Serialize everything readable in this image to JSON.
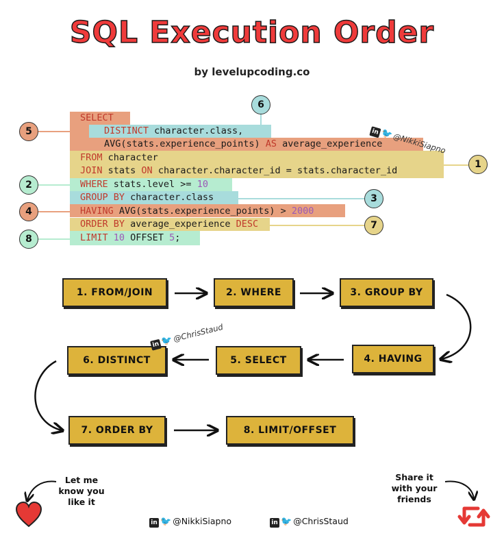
{
  "header": {
    "title": "SQL Execution Order",
    "subtitle": "by levelupcoding.co"
  },
  "code_lines": [
    {
      "id": "select",
      "tokens": [
        {
          "t": "SELECT",
          "c": "kw"
        }
      ]
    },
    {
      "id": "distinct",
      "tokens": [
        {
          "t": "DISTINCT",
          "c": "kw"
        },
        {
          "t": " character.class,",
          "c": "txt"
        }
      ]
    },
    {
      "id": "avg",
      "tokens": [
        {
          "t": "AVG(stats.experience_points) ",
          "c": "txt"
        },
        {
          "t": "AS",
          "c": "kw"
        },
        {
          "t": " average_experience",
          "c": "txt"
        }
      ]
    },
    {
      "id": "from",
      "tokens": [
        {
          "t": "FROM",
          "c": "kw"
        },
        {
          "t": " character",
          "c": "txt"
        }
      ]
    },
    {
      "id": "join",
      "tokens": [
        {
          "t": "JOIN",
          "c": "kw"
        },
        {
          "t": " stats ",
          "c": "txt"
        },
        {
          "t": "ON",
          "c": "kw"
        },
        {
          "t": " character.character_id = stats.character_id",
          "c": "txt"
        }
      ]
    },
    {
      "id": "where",
      "tokens": [
        {
          "t": "WHERE",
          "c": "kw"
        },
        {
          "t": " stats.level >= ",
          "c": "txt"
        },
        {
          "t": "10",
          "c": "num"
        }
      ]
    },
    {
      "id": "groupby",
      "tokens": [
        {
          "t": "GROUP BY",
          "c": "kw"
        },
        {
          "t": " character.class",
          "c": "txt"
        }
      ]
    },
    {
      "id": "having",
      "tokens": [
        {
          "t": "HAVING",
          "c": "kw"
        },
        {
          "t": " AVG(stats.experience_points) > ",
          "c": "txt"
        },
        {
          "t": "2000",
          "c": "num"
        }
      ]
    },
    {
      "id": "orderby",
      "tokens": [
        {
          "t": "ORDER BY",
          "c": "kw"
        },
        {
          "t": " average_experience ",
          "c": "txt"
        },
        {
          "t": "DESC",
          "c": "kw"
        }
      ]
    },
    {
      "id": "limit",
      "tokens": [
        {
          "t": "LIMIT",
          "c": "kw"
        },
        {
          "t": " ",
          "c": "txt"
        },
        {
          "t": "10",
          "c": "num"
        },
        {
          "t": " OFFSET ",
          "c": "txt"
        },
        {
          "t": "5",
          "c": "num"
        },
        {
          "t": ";",
          "c": "txt"
        }
      ]
    }
  ],
  "badges": {
    "b1": "1",
    "b2": "2",
    "b3": "3",
    "b4": "4",
    "b5": "5",
    "b6": "6",
    "b7": "7",
    "b8": "8"
  },
  "colors": {
    "orange": "#e8a07e",
    "teal": "#a8dcdc",
    "yellow": "#e6d48a",
    "green": "#b6ecd0",
    "flowbox": "#ddb33b",
    "title_red": "#ef3b3b"
  },
  "flow": {
    "steps": [
      "1. FROM/JOIN",
      "2. WHERE",
      "3. GROUP BY",
      "4. HAVING",
      "5. SELECT",
      "6. DISTINCT",
      "7. ORDER BY",
      "8. LIMIT/OFFSET"
    ]
  },
  "watermarks": {
    "nikki": "@NikkiSiapno",
    "chris": "@ChrisStaud"
  },
  "footer": {
    "left_note": "Let me\nknow you\nlike it",
    "right_note": "Share it\nwith your\nfriends",
    "handle_nikki": "@NikkiSiapno",
    "handle_chris": "@ChrisStaud"
  }
}
